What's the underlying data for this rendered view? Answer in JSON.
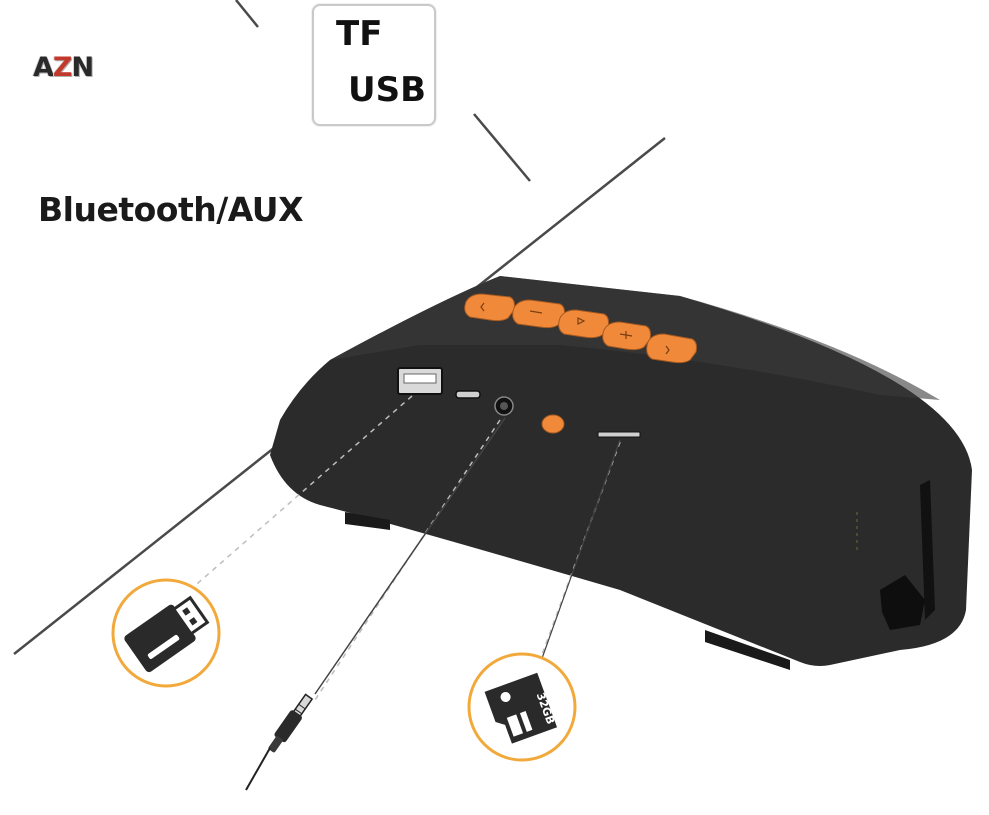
{
  "brand": {
    "text_a": "A",
    "text_z": "Z",
    "text_n": "N"
  },
  "port_box": {
    "line1": "TF",
    "line2": "USB"
  },
  "mode": {
    "label": "Bluetooth/AUX"
  },
  "colors": {
    "speaker_body": "#2e2e2e",
    "button_orange": "#f08a3a",
    "accessory_ring": "#f2a93b",
    "line_gray": "#4a4a4a"
  },
  "speaker": {
    "button_count": 5
  },
  "accessories": {
    "usb_icon": "usb-drive-icon",
    "aux_icon": "aux-cable-icon",
    "card_icon": "tf-card-icon",
    "card_text": "32GB"
  }
}
